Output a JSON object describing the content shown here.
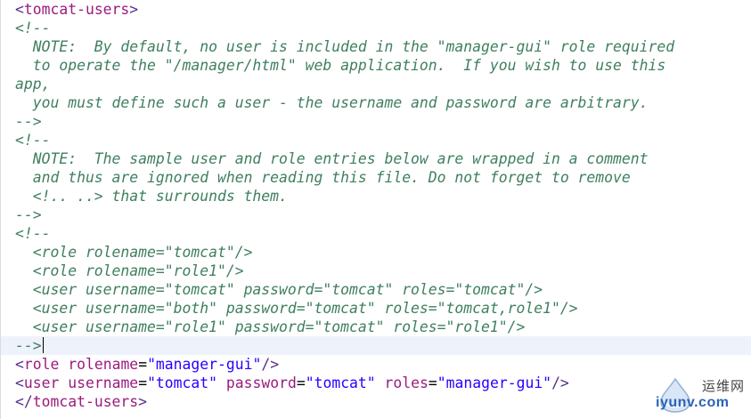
{
  "editor": {
    "lines": [
      "<tomcat-users>",
      "<!--",
      "  NOTE:  By default, no user is included in the \"manager-gui\" role required",
      "  to operate the \"/manager/html\" web application.  If you wish to use this",
      "app,",
      "  you must define such a user - the username and password are arbitrary.",
      "-->",
      "<!--",
      "  NOTE:  The sample user and role entries below are wrapped in a comment",
      "  and thus are ignored when reading this file. Do not forget to remove",
      "  <!.. ..> that surrounds them.",
      "-->",
      "<!--",
      "  <role rolename=\"tomcat\"/>",
      "  <role rolename=\"role1\"/>",
      "  <user username=\"tomcat\" password=\"tomcat\" roles=\"tomcat\"/>",
      "  <user username=\"both\" password=\"tomcat\" roles=\"tomcat,role1\"/>",
      "  <user username=\"role1\" password=\"tomcat\" roles=\"role1\"/>",
      "-->",
      "<role rolename=\"manager-gui\"/>",
      "<user username=\"tomcat\" password=\"tomcat\" roles=\"manager-gui\"/>",
      "</tomcat-users>"
    ],
    "current_line": 19,
    "colors": {
      "comment": "#3f7f5f",
      "tag": "#9b1b7e",
      "attribute": "#9b1b7e",
      "attribute_value": "#2a00ff",
      "current_line_highlight": "#eef2fb"
    }
  },
  "watermark": {
    "cn_text": "运维网",
    "url_text": "iyunv.com",
    "icon": "droplet-logo-icon"
  }
}
